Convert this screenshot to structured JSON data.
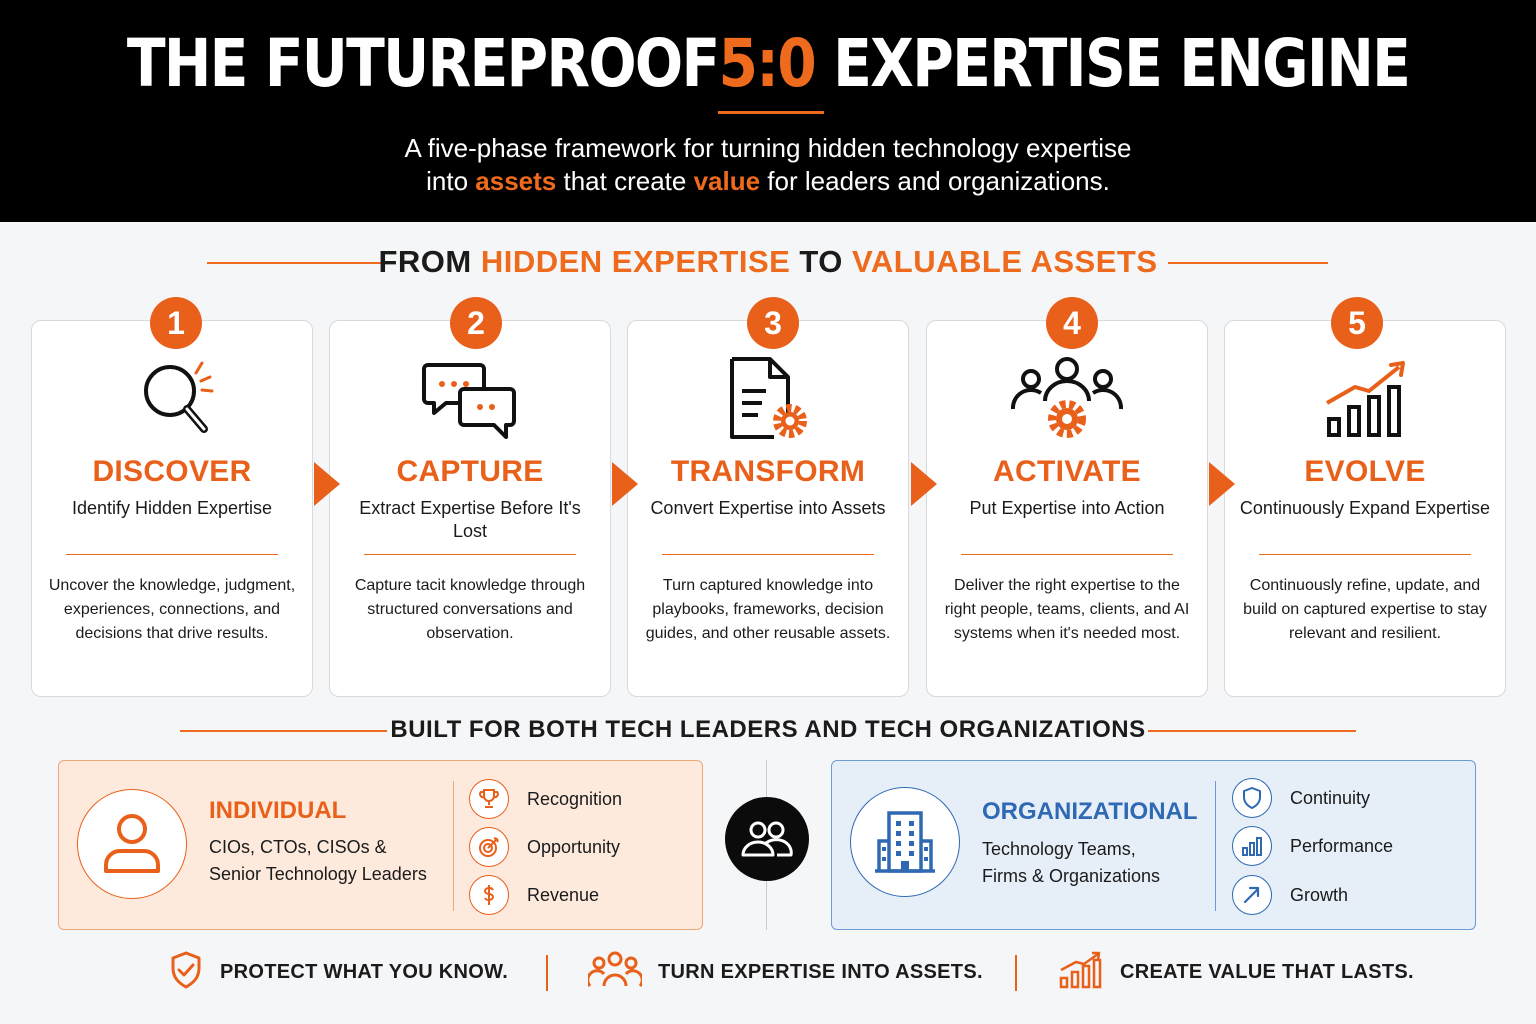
{
  "header": {
    "title_main": "THE FUTUREPROOF",
    "title_accent": "5:0",
    "title_end": " EXPERTISE ENGINE",
    "subtitle_line1": "A five-phase framework for turning hidden technology expertise",
    "subtitle_pre": "into ",
    "subtitle_accent1": "assets",
    "subtitle_mid": " that create ",
    "subtitle_accent2": "value",
    "subtitle_post": " for leaders and organizations."
  },
  "section1": {
    "pre": "FROM ",
    "accent1": "HIDDEN EXPERTISE",
    "mid": " TO ",
    "accent2": "VALUABLE ASSETS"
  },
  "phases": [
    {
      "number": "1",
      "name": "DISCOVER",
      "subtitle": "Identify Hidden Expertise",
      "description": "Uncover the knowledge, judgment, experiences, connections, and decisions that drive results.",
      "icon": "magnifier-icon"
    },
    {
      "number": "2",
      "name": "CAPTURE",
      "subtitle": "Extract Expertise Before It's Lost",
      "description": "Capture tacit knowledge through structured conversations and observation.",
      "icon": "chat-bubbles-icon"
    },
    {
      "number": "3",
      "name": "TRANSFORM",
      "subtitle": "Convert Expertise into Assets",
      "description": "Turn captured knowledge into playbooks, frameworks, decision guides, and other reusable assets.",
      "icon": "document-gear-icon"
    },
    {
      "number": "4",
      "name": "ACTIVATE",
      "subtitle": "Put Expertise into Action",
      "description": "Deliver the right expertise to the right people, teams, clients, and AI systems when it's needed most.",
      "icon": "people-gear-icon"
    },
    {
      "number": "5",
      "name": "EVOLVE",
      "subtitle": "Continuously Expand Expertise",
      "description": "Continuously refine, update, and build on captured expertise to stay relevant and resilient.",
      "icon": "growth-chart-icon"
    }
  ],
  "section2": {
    "title": "BUILT FOR BOTH TECH LEADERS AND TECH ORGANIZATIONS"
  },
  "individual": {
    "title": "INDIVIDUAL",
    "desc_line1": "CIOs, CTOs, CISOs &",
    "desc_line2": "Senior Technology Leaders",
    "benefits": [
      {
        "label": "Recognition",
        "icon": "trophy-icon"
      },
      {
        "label": "Opportunity",
        "icon": "target-icon"
      },
      {
        "label": "Revenue",
        "icon": "dollar-icon"
      }
    ],
    "accent_color": "#e8601a"
  },
  "organizational": {
    "title": "ORGANIZATIONAL",
    "desc_line1": "Technology Teams,",
    "desc_line2": "Firms & Organizations",
    "benefits": [
      {
        "label": "Continuity",
        "icon": "shield-icon"
      },
      {
        "label": "Performance",
        "icon": "bar-chart-icon"
      },
      {
        "label": "Growth",
        "icon": "arrow-up-right-icon"
      }
    ],
    "accent_color": "#2f69b3"
  },
  "taglines": [
    {
      "label": "PROTECT WHAT YOU KNOW.",
      "icon": "shield-check-icon"
    },
    {
      "label": "TURN EXPERTISE INTO ASSETS.",
      "icon": "group-icon"
    },
    {
      "label": "CREATE VALUE THAT LASTS.",
      "icon": "growth-chart-icon"
    }
  ],
  "colors": {
    "accent": "#e8601a",
    "org_blue": "#2f69b3",
    "header_bg": "#000000"
  }
}
